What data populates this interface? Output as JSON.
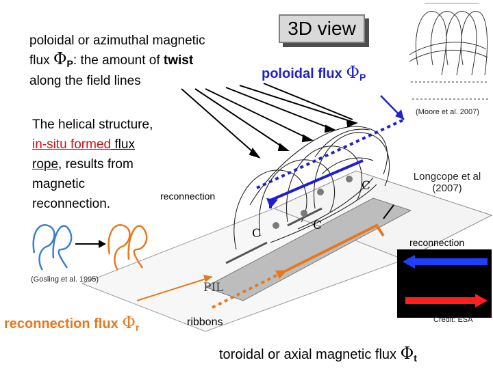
{
  "title": "3D view",
  "poloidal_text": {
    "line1": "poloidal or azimuthal magnetic",
    "line2_pre": "flux ",
    "line2_sym": "Φ",
    "line2_sub": "P",
    "line2_mid": ": the amount of ",
    "line2_bold": "twist",
    "line3": "along the field lines"
  },
  "poloidal_flux_label": {
    "text": "poloidal flux ",
    "sym": "Φ",
    "sub": "P"
  },
  "helical_text": {
    "line1": "The helical structure,",
    "line2_red": "in-situ formed",
    "line2_rest": " flux",
    "line3": "rope",
    "line3_rest": ", results from",
    "line4": "magnetic",
    "line5": "reconnection."
  },
  "reconnection_label_center": "reconnection",
  "reconnection_label_right": "reconnection",
  "c_labels": [
    "C",
    "C",
    "C"
  ],
  "pil_label": "PIL",
  "ribbons_label": "ribbons",
  "moore_credit": "(Moore et al. 2007)",
  "longcope_credit": "Longcope et al (2007)",
  "gosling_credit": "(Gosling et al. 1995)",
  "esa_credit": "Credit: ESA",
  "reconnection_flux_label": {
    "text": "reconnection flux ",
    "sym": "Φ",
    "sub": "r"
  },
  "toroidal_label": {
    "text": "toroidal or axial magnetic flux ",
    "sym": "Φ",
    "sub": "t"
  },
  "colors": {
    "blue": "#1f1fd0",
    "orange": "#e8781c",
    "red": "#d01010",
    "black": "#000000"
  }
}
